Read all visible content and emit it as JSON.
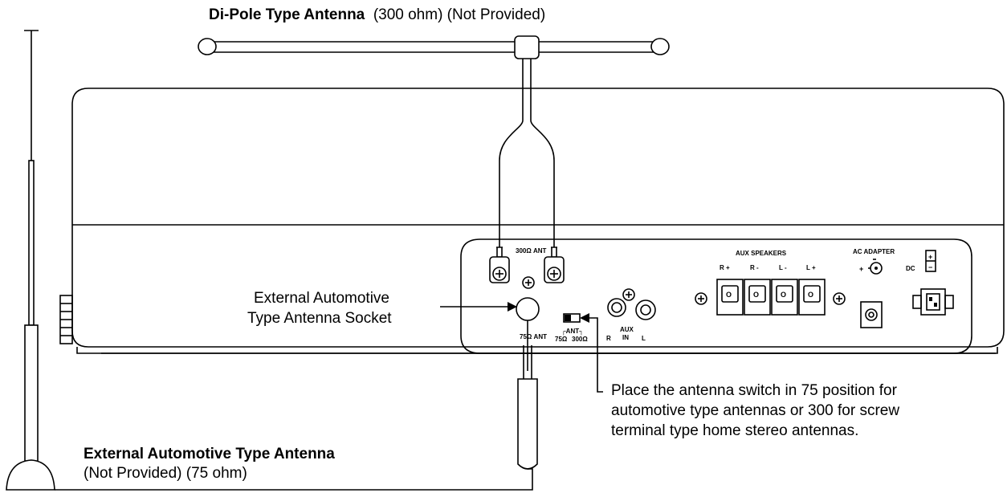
{
  "labels": {
    "dipole_title": "Di-Pole Type Antenna",
    "dipole_spec": "(300    ohm) (Not Provided)",
    "socket_line1": "External Automotive",
    "socket_line2": "Type Antenna Socket",
    "switch_note_line1": "Place the antenna switch in 75    position for",
    "switch_note_line2": "automotive type antennas or 300    for screw",
    "switch_note_line3": "terminal type home stereo antennas.",
    "auto_title": "External Automotive Type Antenna",
    "auto_spec": "(Not Provided) (75    ohm)"
  },
  "panel": {
    "ant300": "300Ω ANT",
    "ant75": "75Ω ANT",
    "ant_switch": "┌ANT┐",
    "sw75": "75Ω",
    "sw300": "300Ω",
    "aux_r": "R",
    "aux_in_1": "AUX",
    "aux_in_2": "IN",
    "aux_l": "L",
    "aux_speakers": "AUX SPEAKERS",
    "spk_rp": "R +",
    "spk_rm": "R -",
    "spk_lm": "L -",
    "spk_lp": "L +",
    "terminal_o": "O",
    "ac_adapter": "AC ADAPTER",
    "dc": "DC",
    "plus": "+",
    "minus": "−"
  }
}
